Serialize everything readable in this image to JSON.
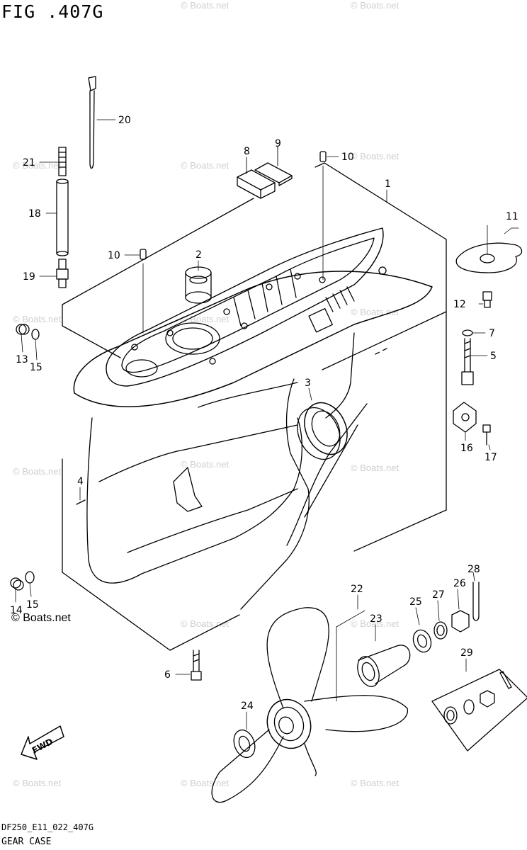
{
  "header": {
    "figure": "FIG .407G"
  },
  "watermark": {
    "text": "© Boats.net"
  },
  "copyright": "© Boats.net",
  "footer": {
    "code": "DF250_E11_022_407G",
    "name": "GEAR CASE"
  },
  "fwd_label": "FWD",
  "callouts": [
    {
      "id": "c20",
      "num": "20",
      "part": "cable-tie"
    },
    {
      "id": "c21",
      "num": "21",
      "part": "hose-fitting"
    },
    {
      "id": "c18",
      "num": "18",
      "part": "water-tube"
    },
    {
      "id": "c19",
      "num": "19",
      "part": "tube-fitting"
    },
    {
      "id": "c8",
      "num": "8",
      "part": "anode-plate"
    },
    {
      "id": "c9",
      "num": "9",
      "part": "bracket"
    },
    {
      "id": "c10a",
      "num": "10",
      "part": "dowel-pin"
    },
    {
      "id": "c10b",
      "num": "10",
      "part": "dowel-pin"
    },
    {
      "id": "c1",
      "num": "1",
      "part": "gear-case"
    },
    {
      "id": "c2",
      "num": "2",
      "part": "bearing"
    },
    {
      "id": "c11",
      "num": "11",
      "part": "trim-tab"
    },
    {
      "id": "c12",
      "num": "12",
      "part": "bolt"
    },
    {
      "id": "c7",
      "num": "7",
      "part": "washer"
    },
    {
      "id": "c5",
      "num": "5",
      "part": "bolt"
    },
    {
      "id": "c13",
      "num": "13",
      "part": "plug"
    },
    {
      "id": "c15a",
      "num": "15",
      "part": "gasket"
    },
    {
      "id": "c3",
      "num": "3",
      "part": "oil-seal"
    },
    {
      "id": "c16",
      "num": "16",
      "part": "anode"
    },
    {
      "id": "c17",
      "num": "17",
      "part": "screw"
    },
    {
      "id": "c4",
      "num": "4",
      "part": "pin"
    },
    {
      "id": "c14",
      "num": "14",
      "part": "plug"
    },
    {
      "id": "c15b",
      "num": "15",
      "part": "gasket"
    },
    {
      "id": "c22",
      "num": "22",
      "part": "propeller"
    },
    {
      "id": "c23",
      "num": "23",
      "part": "bushing"
    },
    {
      "id": "c25",
      "num": "25",
      "part": "spacer"
    },
    {
      "id": "c27",
      "num": "27",
      "part": "washer"
    },
    {
      "id": "c26",
      "num": "26",
      "part": "nut"
    },
    {
      "id": "c28",
      "num": "28",
      "part": "cotter-pin"
    },
    {
      "id": "c29",
      "num": "29",
      "part": "hardware-kit"
    },
    {
      "id": "c6",
      "num": "6",
      "part": "bolt"
    },
    {
      "id": "c24",
      "num": "24",
      "part": "thrust-washer"
    }
  ]
}
